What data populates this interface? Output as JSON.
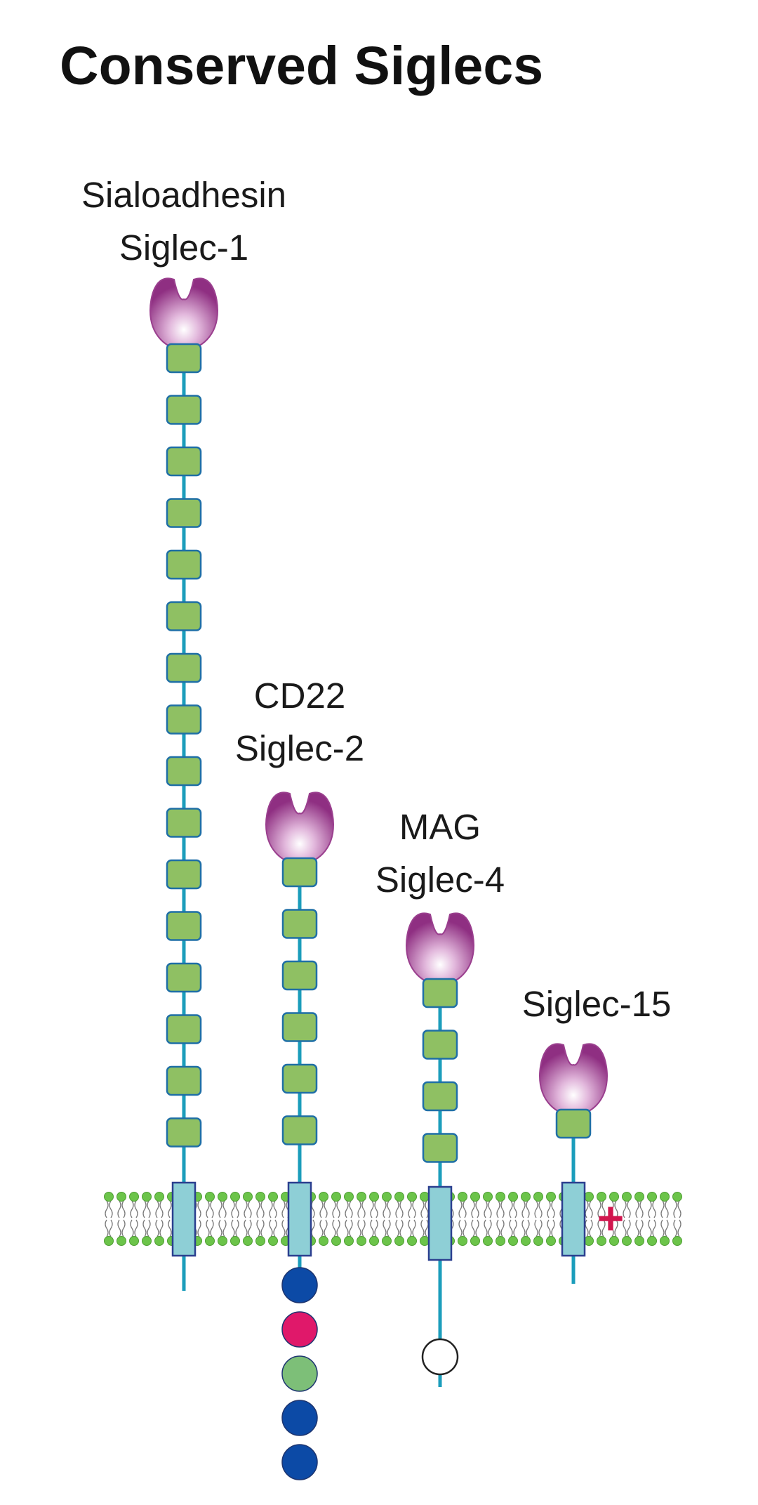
{
  "title": "Conserved Siglecs",
  "colors": {
    "lectin_domain": "#9a3f8e",
    "ig_domain_fill": "#8fc063",
    "ig_domain_stroke": "#1f6fa6",
    "stalk": "#1b9dbb",
    "transmembrane_fill": "#8ecfd6",
    "transmembrane_stroke": "#2b3f8f",
    "lipid_head": "#6cc44a",
    "cytoplasmic_blue": "#0c4aa6",
    "cytoplasmic_magenta": "#e0186a",
    "cytoplasmic_green": "#7dbf78",
    "charge_plus": "#d1164e"
  },
  "siglecs": [
    {
      "name_lines": [
        "Sialoadhesin",
        "Siglec-1"
      ],
      "ig_domain_count": 16,
      "cytoplasmic_motifs": [],
      "charged_residue": ""
    },
    {
      "name_lines": [
        "CD22",
        "Siglec-2"
      ],
      "ig_domain_count": 6,
      "cytoplasmic_motifs": [
        "blue",
        "magenta",
        "green",
        "blue",
        "blue"
      ],
      "charged_residue": ""
    },
    {
      "name_lines": [
        "MAG",
        "Siglec-4"
      ],
      "ig_domain_count": 4,
      "cytoplasmic_motifs": [
        "white"
      ],
      "charged_residue": ""
    },
    {
      "name_lines": [
        "Siglec-15"
      ],
      "ig_domain_count": 1,
      "cytoplasmic_motifs": [],
      "charged_residue": "+"
    }
  ]
}
